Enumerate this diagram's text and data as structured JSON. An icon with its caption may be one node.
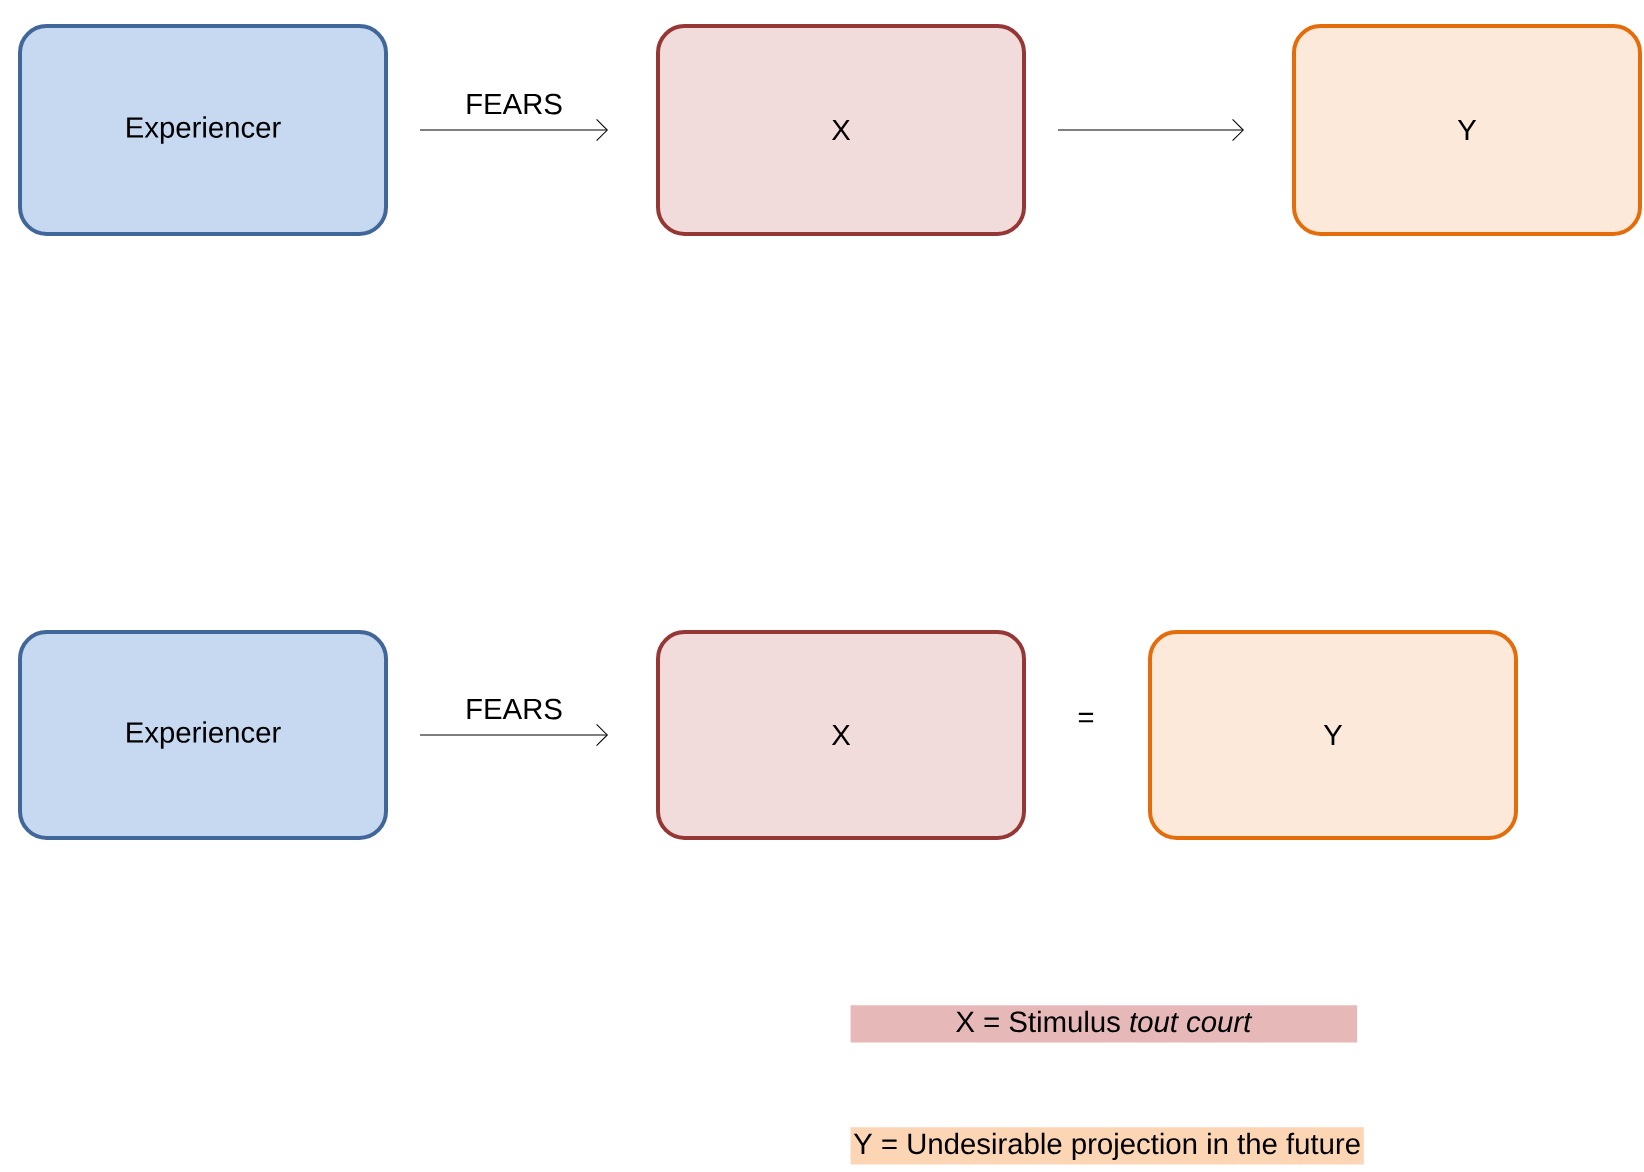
{
  "diagram": {
    "nodes": [
      {
        "text": [
          "Experiencer"
        ]
      },
      {
        "text": [
          "X"
        ]
      },
      {
        "text": [
          "Y"
        ]
      },
      {
        "text": [
          "Experiencer"
        ]
      },
      {
        "text": [
          "X"
        ]
      },
      {
        "text": [
          "Y"
        ]
      }
    ],
    "edges": [
      {
        "from": 0,
        "to": 1,
        "arrow": "to",
        "label": "FEARS"
      },
      {
        "from": 1,
        "to": 2,
        "arrow": "to"
      },
      {
        "from": 3,
        "to": 4,
        "arrow": "to",
        "label": "FEARS"
      }
    ],
    "labels": [
      "=",
      "X = Stimulus *tout court*",
      "Y = Undesirable projection in the future"
    ]
  }
}
